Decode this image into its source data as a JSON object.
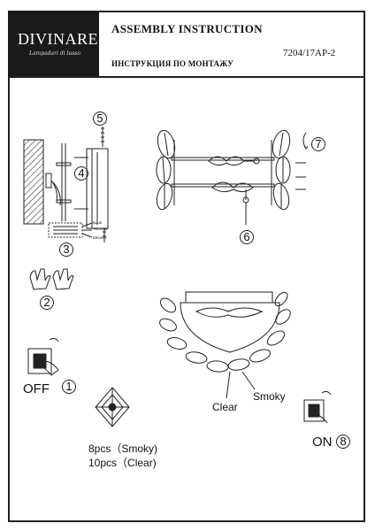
{
  "header": {
    "brand": "DIVINARE",
    "tagline": "Lampadari di lusso",
    "title_en": "ASSEMBLY INSTRUCTION",
    "title_ru": "ИНСТРУКЦИЯ ПО МОНТАЖУ",
    "model": "7204/17AP-2"
  },
  "steps": {
    "s1": "1",
    "s2": "2",
    "s3": "3",
    "s4": "4",
    "s5": "5",
    "s6": "6",
    "s7": "7",
    "s8": "8"
  },
  "wires": {
    "blue": "BLUE",
    "yellow": "YELLOW",
    "brown": "BROWN"
  },
  "labels": {
    "off": "OFF",
    "on": "ON",
    "clear": "Clear",
    "smoky": "Smoky",
    "pcs_smoky": "8pcs（Smoky)",
    "pcs_clear": "10pcs（Clear)"
  }
}
